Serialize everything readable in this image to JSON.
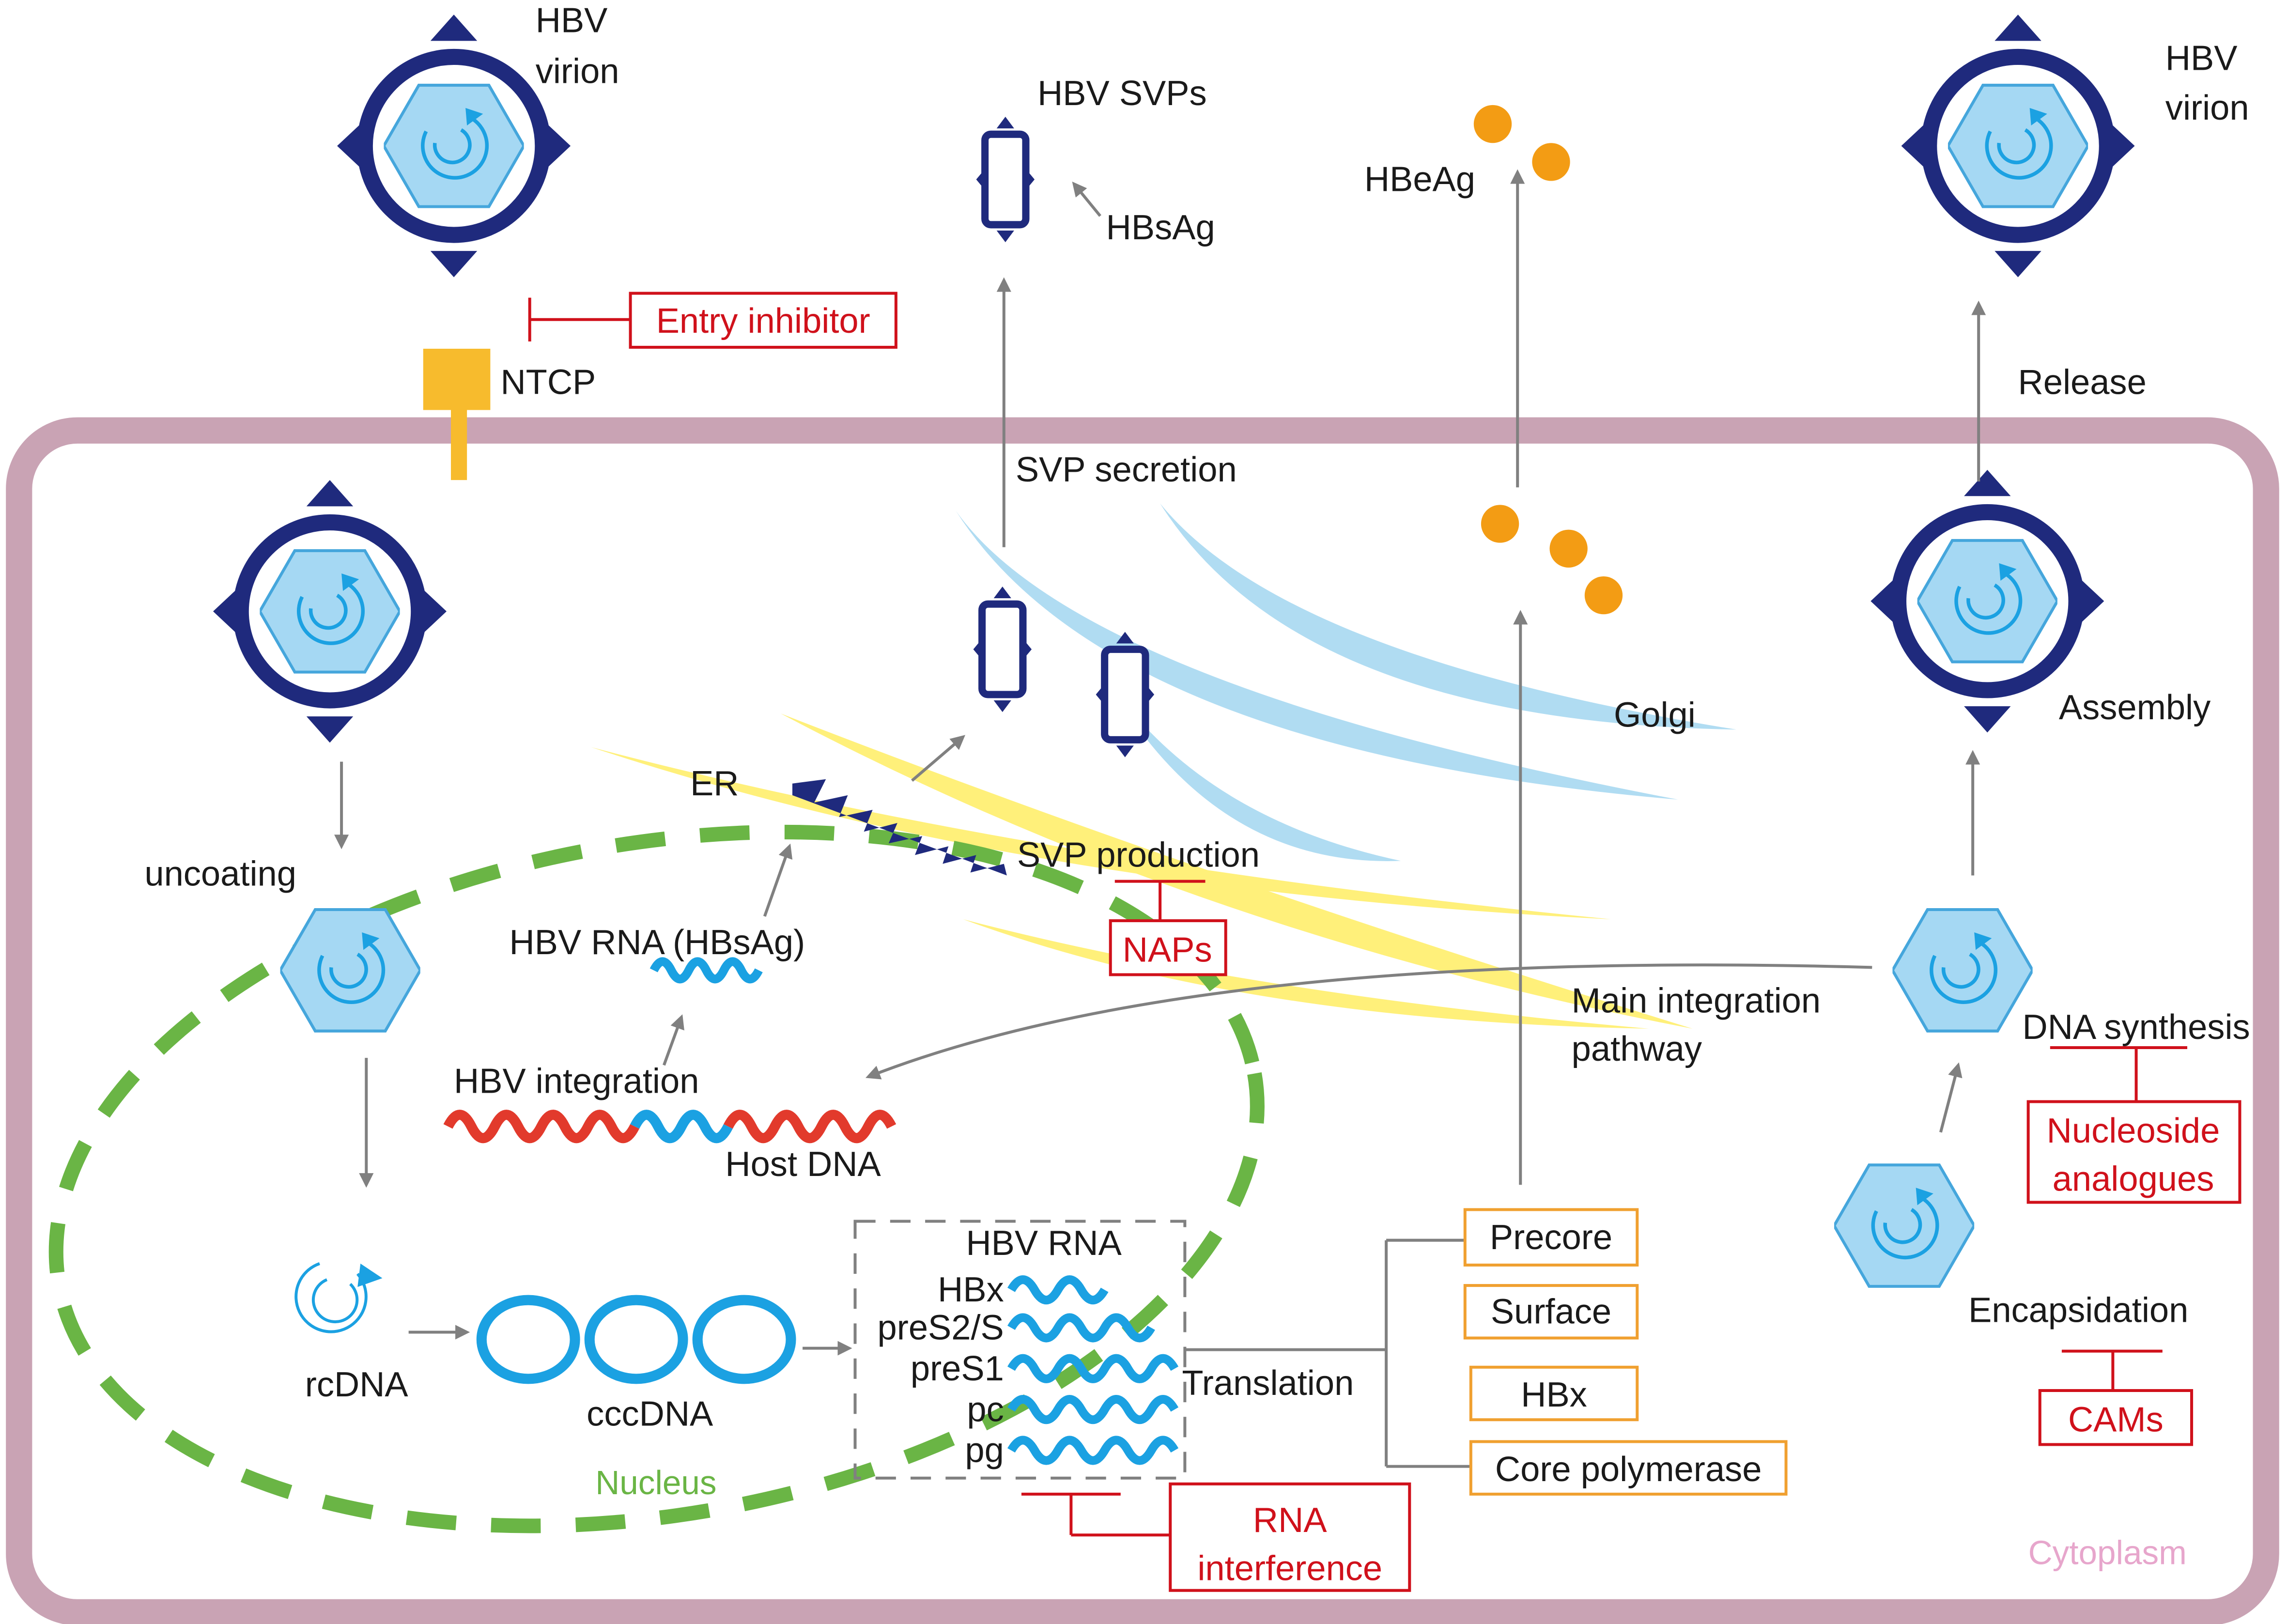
{
  "labels": {
    "virion_left": [
      "HBV",
      "virion"
    ],
    "virion_right": [
      "HBV",
      "virion"
    ],
    "svps_title": "HBV SVPs",
    "hbsag": "HBsAg",
    "hbeag": "HBeAg",
    "ntcp": "NTCP",
    "release": "Release",
    "svp_secretion": "SVP secretion",
    "golgi": "Golgi",
    "assembly": "Assembly",
    "er": "ER",
    "svp_production": "SVP production",
    "uncoating": "uncoating",
    "hbv_rna_hbsag": "HBV RNA (HBsAg)",
    "hbv_integration": "HBV integration",
    "host_dna": "Host DNA",
    "main_integration_pathway": [
      "Main integration",
      "pathway"
    ],
    "dna_synthesis": "DNA synthesis",
    "encapsidation": "Encapsidation",
    "rcdna": "rcDNA",
    "cccdna": "cccDNA",
    "nucleus": "Nucleus",
    "cytoplasm": "Cytoplasm",
    "translation": "Translation",
    "hbv_rna_box_title": "HBV RNA",
    "rna_species": [
      "HBx",
      "preS2/S",
      "preS1",
      "pc",
      "pg"
    ]
  },
  "inhibitors": {
    "entry_inhibitor": "Entry inhibitor",
    "naps": "NAPs",
    "nucleoside_analogues": [
      "Nucleoside",
      "analogues"
    ],
    "cams": "CAMs",
    "rna_interference": [
      "RNA",
      "interference"
    ]
  },
  "proteins": [
    "Precore",
    "Surface",
    "HBx",
    "Core polymerase"
  ],
  "colors": {
    "cell_membrane": "#c9a3b4",
    "virion_navy": "#1f2a7d",
    "capsid_fill": "#a5d8f3",
    "dna_blue": "#1ba1e2",
    "host_dna_red": "#e23a2c",
    "nucleus_green": "#6ab545",
    "er_yellow": "#fff07a",
    "golgi_blue": "#b0dcf2",
    "hbeag_orange": "#f39c14",
    "ntcp_orange": "#f7bb2d",
    "inhibitor_red": "#d0111b",
    "protein_box_orange": "#f0a030",
    "arrow_gray": "#808080",
    "cytoplasm_label_pink": "#e7a6cc"
  }
}
